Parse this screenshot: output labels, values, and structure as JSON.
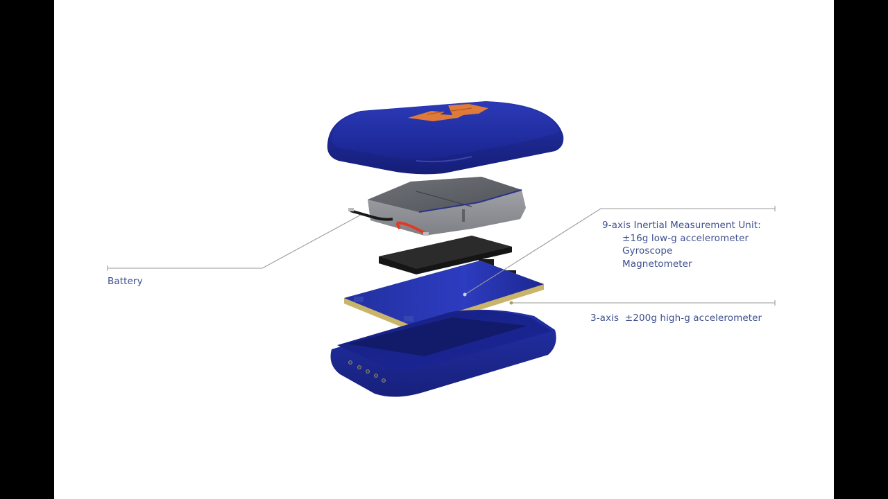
{
  "diagram": {
    "type": "exploded-view",
    "subject": "wearable sensor device",
    "colors": {
      "background": "#ffffff",
      "letterbox": "#000000",
      "label_text": "#3d4f8f",
      "leader_line": "#9a9a9a",
      "housing_blue": "#1f2a9c",
      "logo_orange": "#e07a38",
      "battery_gray": "#8c8e94",
      "board_gold": "#c9b46a"
    },
    "components": [
      {
        "id": "top-cover",
        "name": "Top cover with logo"
      },
      {
        "id": "battery",
        "name": "Battery"
      },
      {
        "id": "sensor-chip",
        "name": "IMU chip"
      },
      {
        "id": "pcb",
        "name": "Circuit board"
      },
      {
        "id": "bottom-housing",
        "name": "Bottom housing with charging contacts"
      }
    ],
    "callouts": {
      "battery": {
        "label": "Battery"
      },
      "imu": {
        "title": "9-axis Inertial Measurement Unit:",
        "items": [
          "±16g low-g accelerometer",
          "Gyroscope",
          "Magnetometer"
        ]
      },
      "high_g": {
        "label": "3-axis  ±200g high-g accelerometer"
      }
    }
  }
}
